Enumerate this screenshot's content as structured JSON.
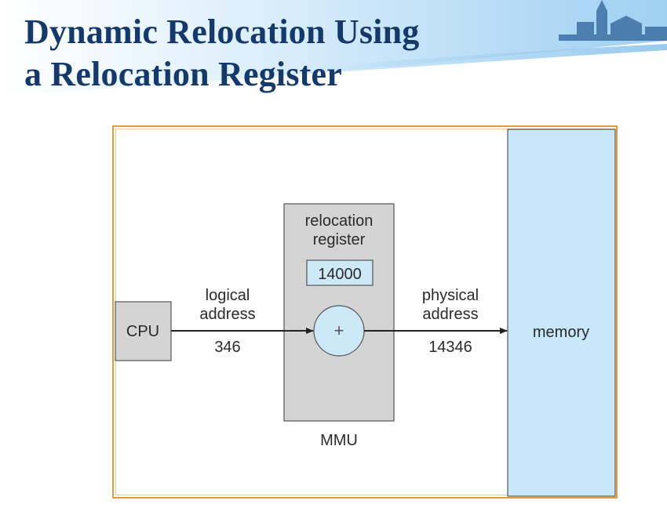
{
  "slide": {
    "title_line1": "Dynamic Relocation Using",
    "title_line2": "a Relocation Register"
  },
  "diagram": {
    "cpu_label": "CPU",
    "logical_address_label_line1": "logical",
    "logical_address_label_line2": "address",
    "logical_address_value": "346",
    "relocation_register_label_line1": "relocation",
    "relocation_register_label_line2": "register",
    "relocation_register_value": "14000",
    "adder_symbol": "+",
    "mmu_label": "MMU",
    "physical_address_label_line1": "physical",
    "physical_address_label_line2": "address",
    "physical_address_value": "14346",
    "memory_label": "memory"
  },
  "colors": {
    "title": "#15396b",
    "frame_border": "#e59a3c",
    "block_fill": "#d4d4d4",
    "memory_fill": "#c8e8fa",
    "adder_fill": "#cde9f8",
    "arrow": "#222222"
  }
}
